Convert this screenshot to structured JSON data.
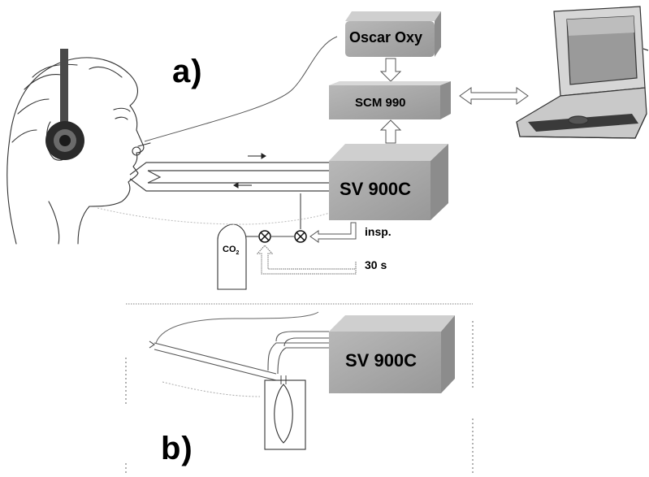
{
  "diagram": {
    "panel_a_label": "a)",
    "panel_b_label": "b)",
    "oscar_box": "Oscar Oxy",
    "scm_box": "SCM 990",
    "ventilator_a": "SV 900C",
    "ventilator_b": "SV 900C",
    "insp_label": "insp.",
    "timer_label": "30 s",
    "gas_cylinder_main": "CO",
    "gas_cylinder_sub": "2"
  },
  "colors": {
    "box_front": "#a9a9a9",
    "box_top": "#cfcfcf",
    "box_side": "#8c8c8c",
    "line": "#333333"
  }
}
